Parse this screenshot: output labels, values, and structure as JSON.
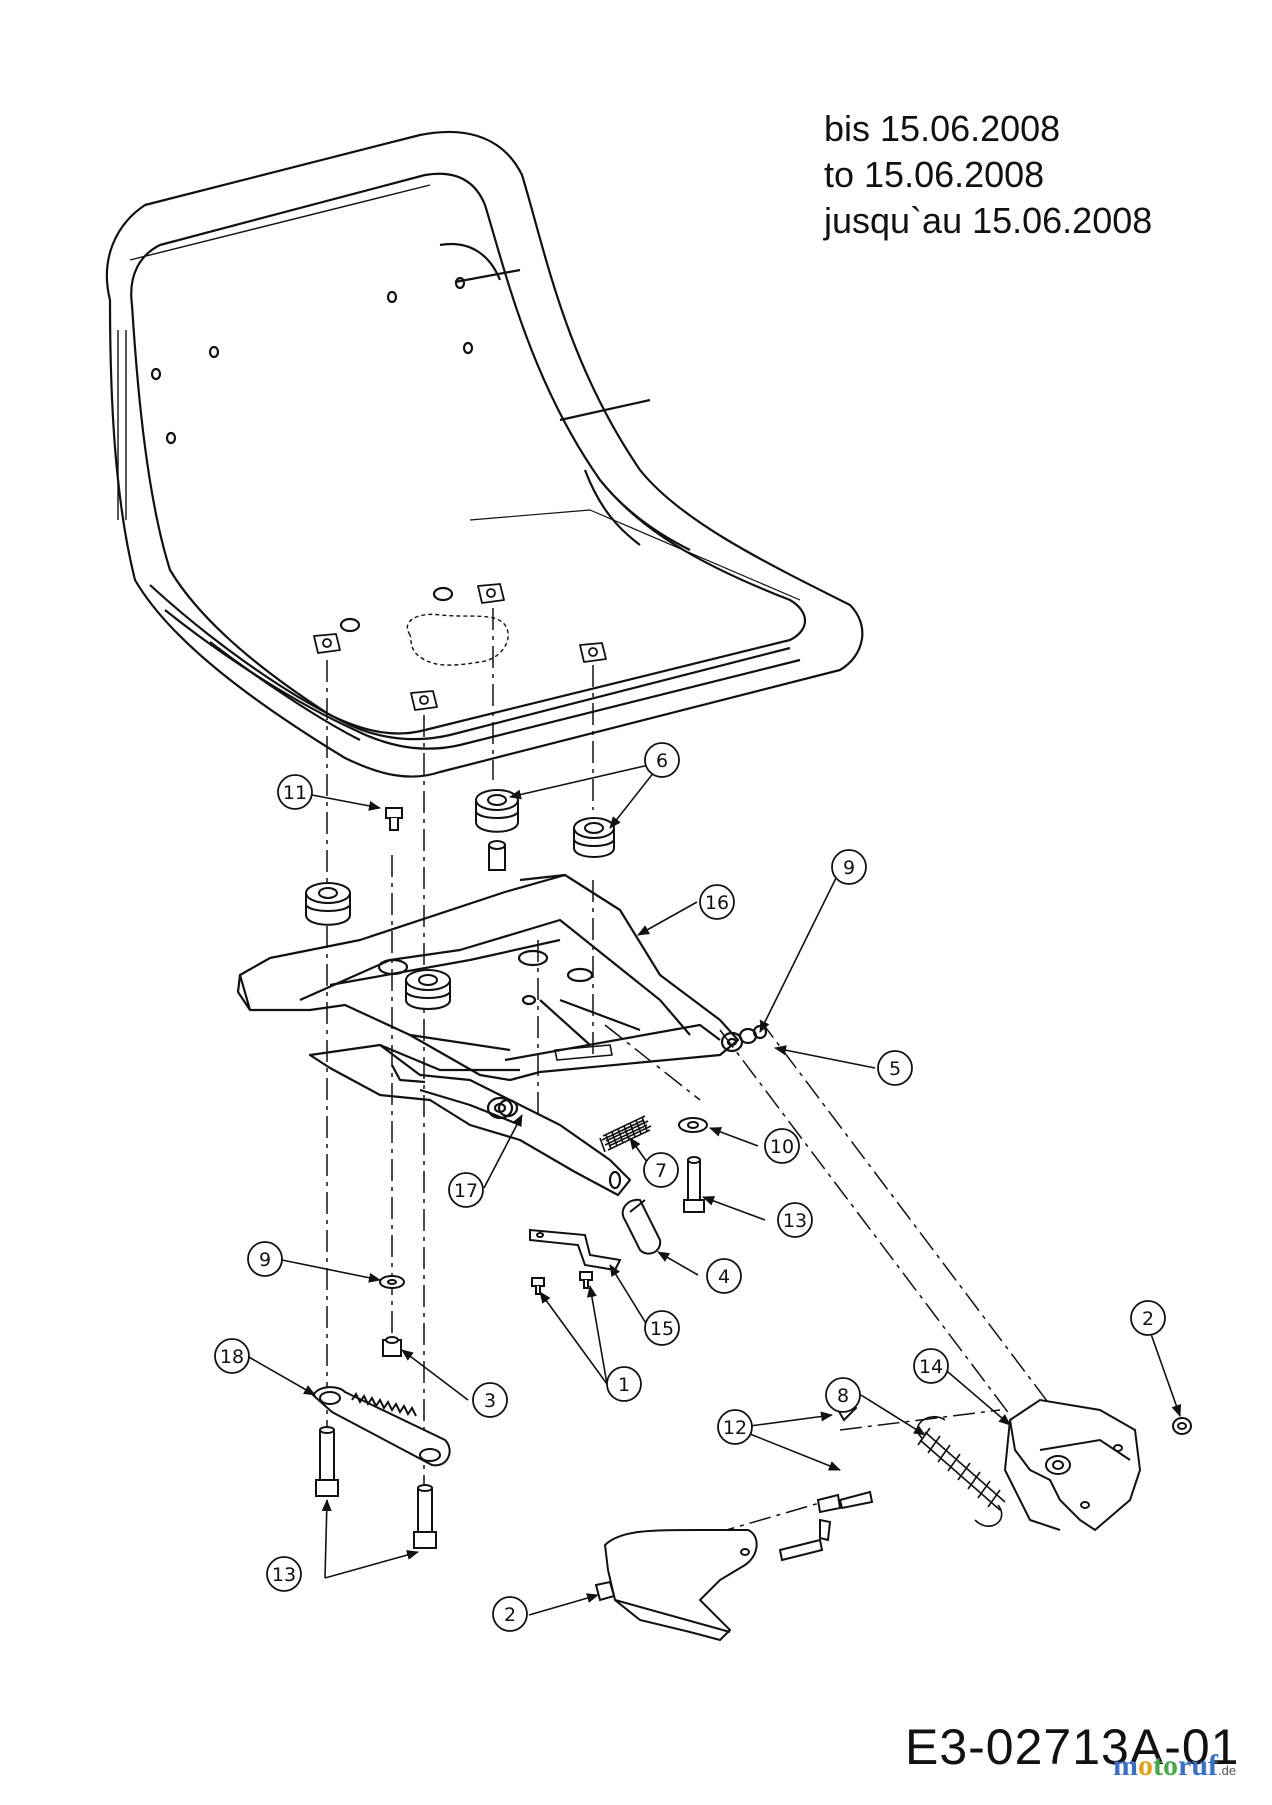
{
  "validity": {
    "line_de": "bis 15.06.2008",
    "line_en": "to 15.06.2008",
    "line_fr": "jusqu`au 15.06.2008"
  },
  "document_code": "E3-02713A-01",
  "watermark": {
    "part1": "m",
    "part2": "o",
    "part3": "to",
    "part4": "ruf",
    "tld": ".de"
  },
  "callouts": [
    {
      "id": "c11",
      "label": "11"
    },
    {
      "id": "c6",
      "label": "6"
    },
    {
      "id": "c16",
      "label": "16"
    },
    {
      "id": "c9a",
      "label": "9"
    },
    {
      "id": "c5",
      "label": "5"
    },
    {
      "id": "c10",
      "label": "10"
    },
    {
      "id": "c7",
      "label": "7"
    },
    {
      "id": "c13a",
      "label": "13"
    },
    {
      "id": "c17",
      "label": "17"
    },
    {
      "id": "c4",
      "label": "4"
    },
    {
      "id": "c15",
      "label": "15"
    },
    {
      "id": "c9b",
      "label": "9"
    },
    {
      "id": "c1",
      "label": "1"
    },
    {
      "id": "c3",
      "label": "3"
    },
    {
      "id": "c18",
      "label": "18"
    },
    {
      "id": "c13b",
      "label": "13"
    },
    {
      "id": "c2a",
      "label": "2"
    },
    {
      "id": "c14",
      "label": "14"
    },
    {
      "id": "c8",
      "label": "8"
    },
    {
      "id": "c12",
      "label": "12"
    },
    {
      "id": "c2b",
      "label": "2"
    }
  ]
}
